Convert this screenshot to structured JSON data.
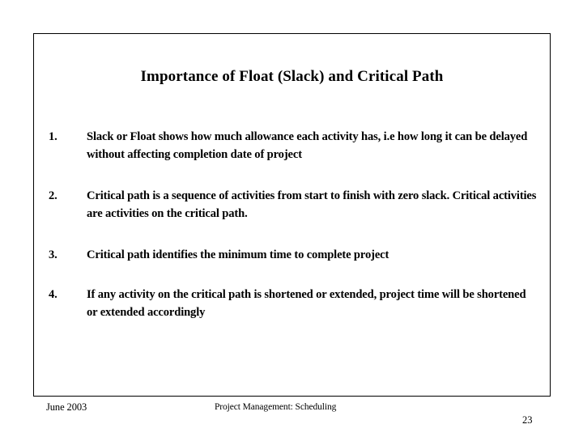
{
  "slide": {
    "title": "Importance of Float (Slack) and Critical Path",
    "bullets": [
      {
        "number": "1.",
        "text": "Slack or Float shows how much allowance each activity has, i.e how long it can be delayed without affecting completion date of project"
      },
      {
        "number": "2.",
        "text": "Critical path is a sequence of activities from start to finish with zero slack. Critical activities are activities on the critical path."
      },
      {
        "number": "3.",
        "text": "Critical path identifies the minimum time to complete project"
      },
      {
        "number": "4.",
        "text": "If any activity on the critical path is shortened or extended, project time will be shortened or extended accordingly"
      }
    ],
    "footer": {
      "date": "June 2003",
      "center": "Project Management: Scheduling",
      "page_number": "23"
    },
    "colors": {
      "text": "#000000",
      "background": "#ffffff",
      "border": "#000000"
    }
  }
}
